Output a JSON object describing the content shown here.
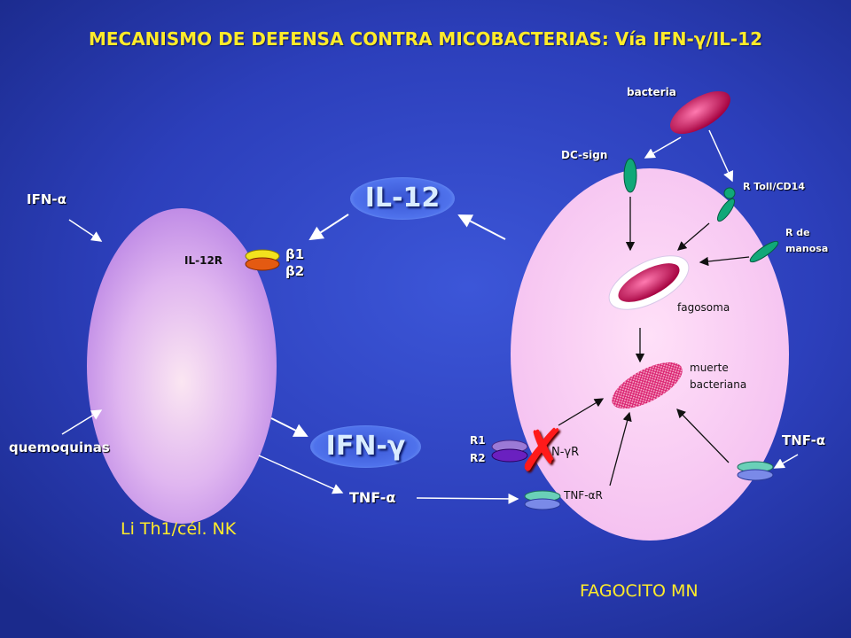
{
  "title": "MECANISMO DE DEFENSA CONTRA MICOBACTERIAS: Vía IFN-γ/IL-12",
  "left_cell": {
    "caption": "Li Th1/cél. NK",
    "ifn_alpha": "IFN-α",
    "chemokines": "quemoquinas",
    "il12_receptor": "IL-12R",
    "beta1": "β1",
    "beta2": "β2"
  },
  "right_cell": {
    "caption": "FAGOCITO MN",
    "bacteria": "bacteria",
    "dc_sign": "DC-sign",
    "toll": "R Toll/CD14",
    "mannose_r_line1": "R de",
    "mannose_r_line2": "manosa",
    "phagosome": "fagosoma",
    "death_line1": "muerte",
    "death_line2": "bacteriana",
    "r1": "R1",
    "r2": "R2",
    "ifn_gamma_r": "N-γR",
    "tnf_alpha_r": "TNF-αR",
    "tnf_alpha_out": "TNF-α"
  },
  "cytokines": {
    "il12": "IL-12",
    "ifn_gamma": "IFN-γ",
    "tnf_alpha": "TNF-α"
  },
  "block_mark": "✗",
  "colors": {
    "background": "#2c3fbb",
    "title": "#ffeb2a",
    "block": "#ff1a1a"
  }
}
